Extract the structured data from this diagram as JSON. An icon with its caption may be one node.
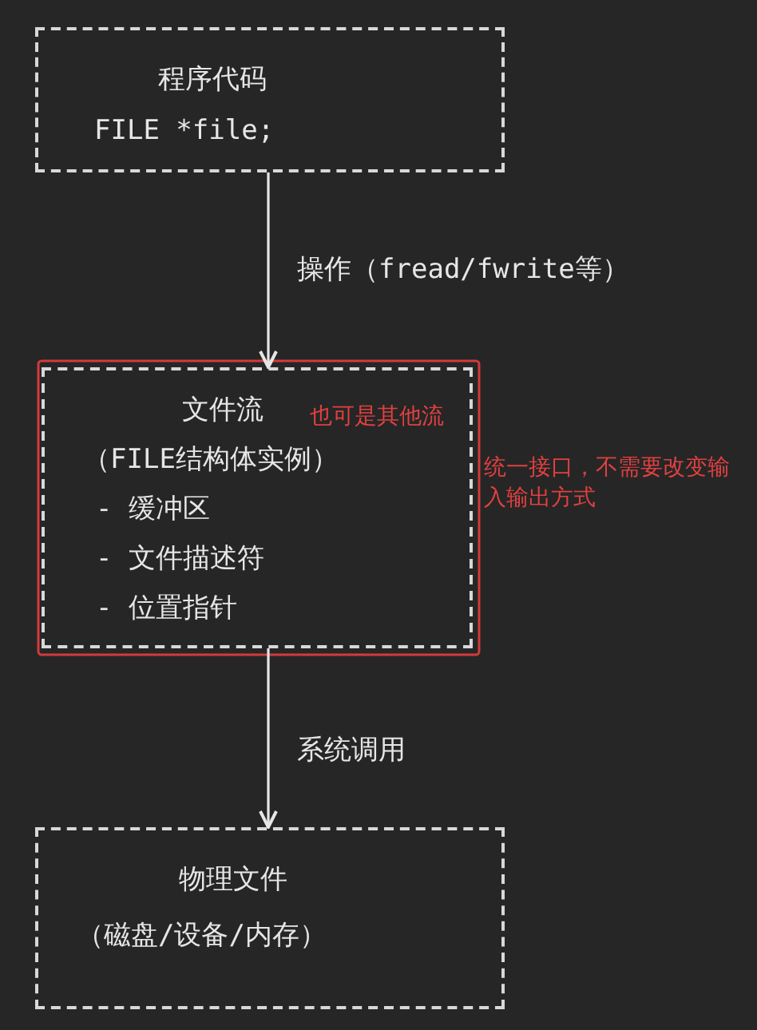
{
  "diagram": {
    "nodes": [
      {
        "text": [
          "程序代码",
          "FILE *file;"
        ]
      },
      {
        "text": [
          "文件流",
          "也可是其他流",
          "（FILE结构体实例）",
          "- 缓冲区",
          "- 文件描述符",
          "- 位置指针"
        ]
      },
      {
        "text": [
          "物理文件",
          "（磁盘/设备/内存）"
        ]
      }
    ],
    "edges": [
      {
        "from": 0,
        "to": 1,
        "arrow": "to",
        "label": "操作（fread/fwrite等）"
      },
      {
        "from": 1,
        "to": 2,
        "arrow": "to",
        "label": "系统调用"
      }
    ],
    "labels": [
      "统一接口，不需要改变输入输出方式"
    ]
  }
}
